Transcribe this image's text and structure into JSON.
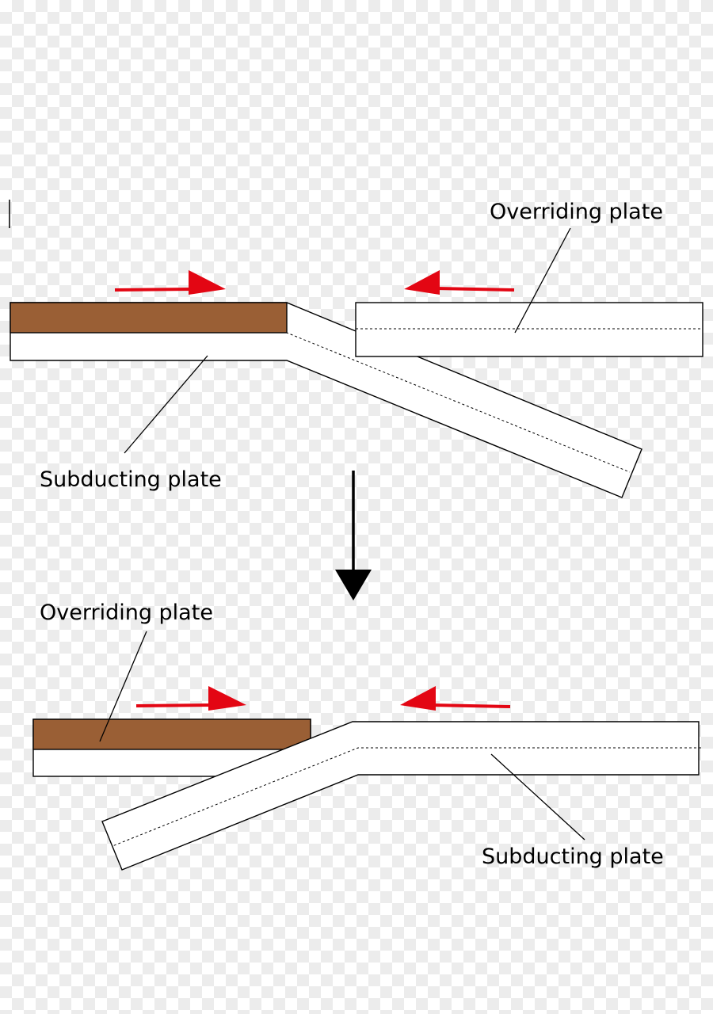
{
  "colors": {
    "continental_crust": "#9a5f35",
    "motion_arrow": "#e30613",
    "plate_fill": "#ffffff",
    "outline": "#000000"
  },
  "top_panel": {
    "overriding_label": "Overriding plate",
    "subducting_label": "Subducting plate"
  },
  "bottom_panel": {
    "overriding_label": "Overriding plate",
    "subducting_label": "Subducting plate"
  },
  "icons": {
    "motion_arrow": "red-arrow-icon",
    "transition_arrow": "down-arrow-icon"
  }
}
